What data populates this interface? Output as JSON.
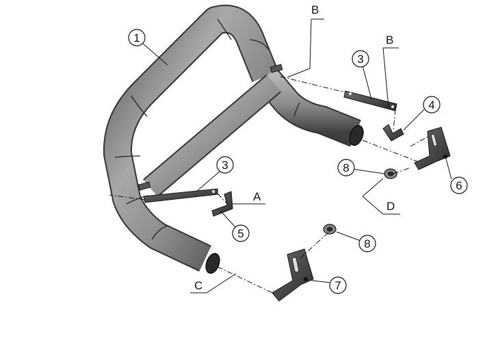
{
  "callouts": {
    "c1": "1",
    "c3a": "3",
    "c3b": "3",
    "c4": "4",
    "c5": "5",
    "c6": "6",
    "c7": "7",
    "c8a": "8",
    "c8b": "8"
  },
  "letters": {
    "b_top": "B",
    "b_right": "B",
    "a": "A",
    "c": "C",
    "d": "D"
  },
  "colors": {
    "tube_base": "#8a8a8a",
    "tube_dark": "#3a3a3a",
    "tube_light": "#c9c9c9",
    "bracket": "#4a4a4a",
    "line": "#111111"
  }
}
